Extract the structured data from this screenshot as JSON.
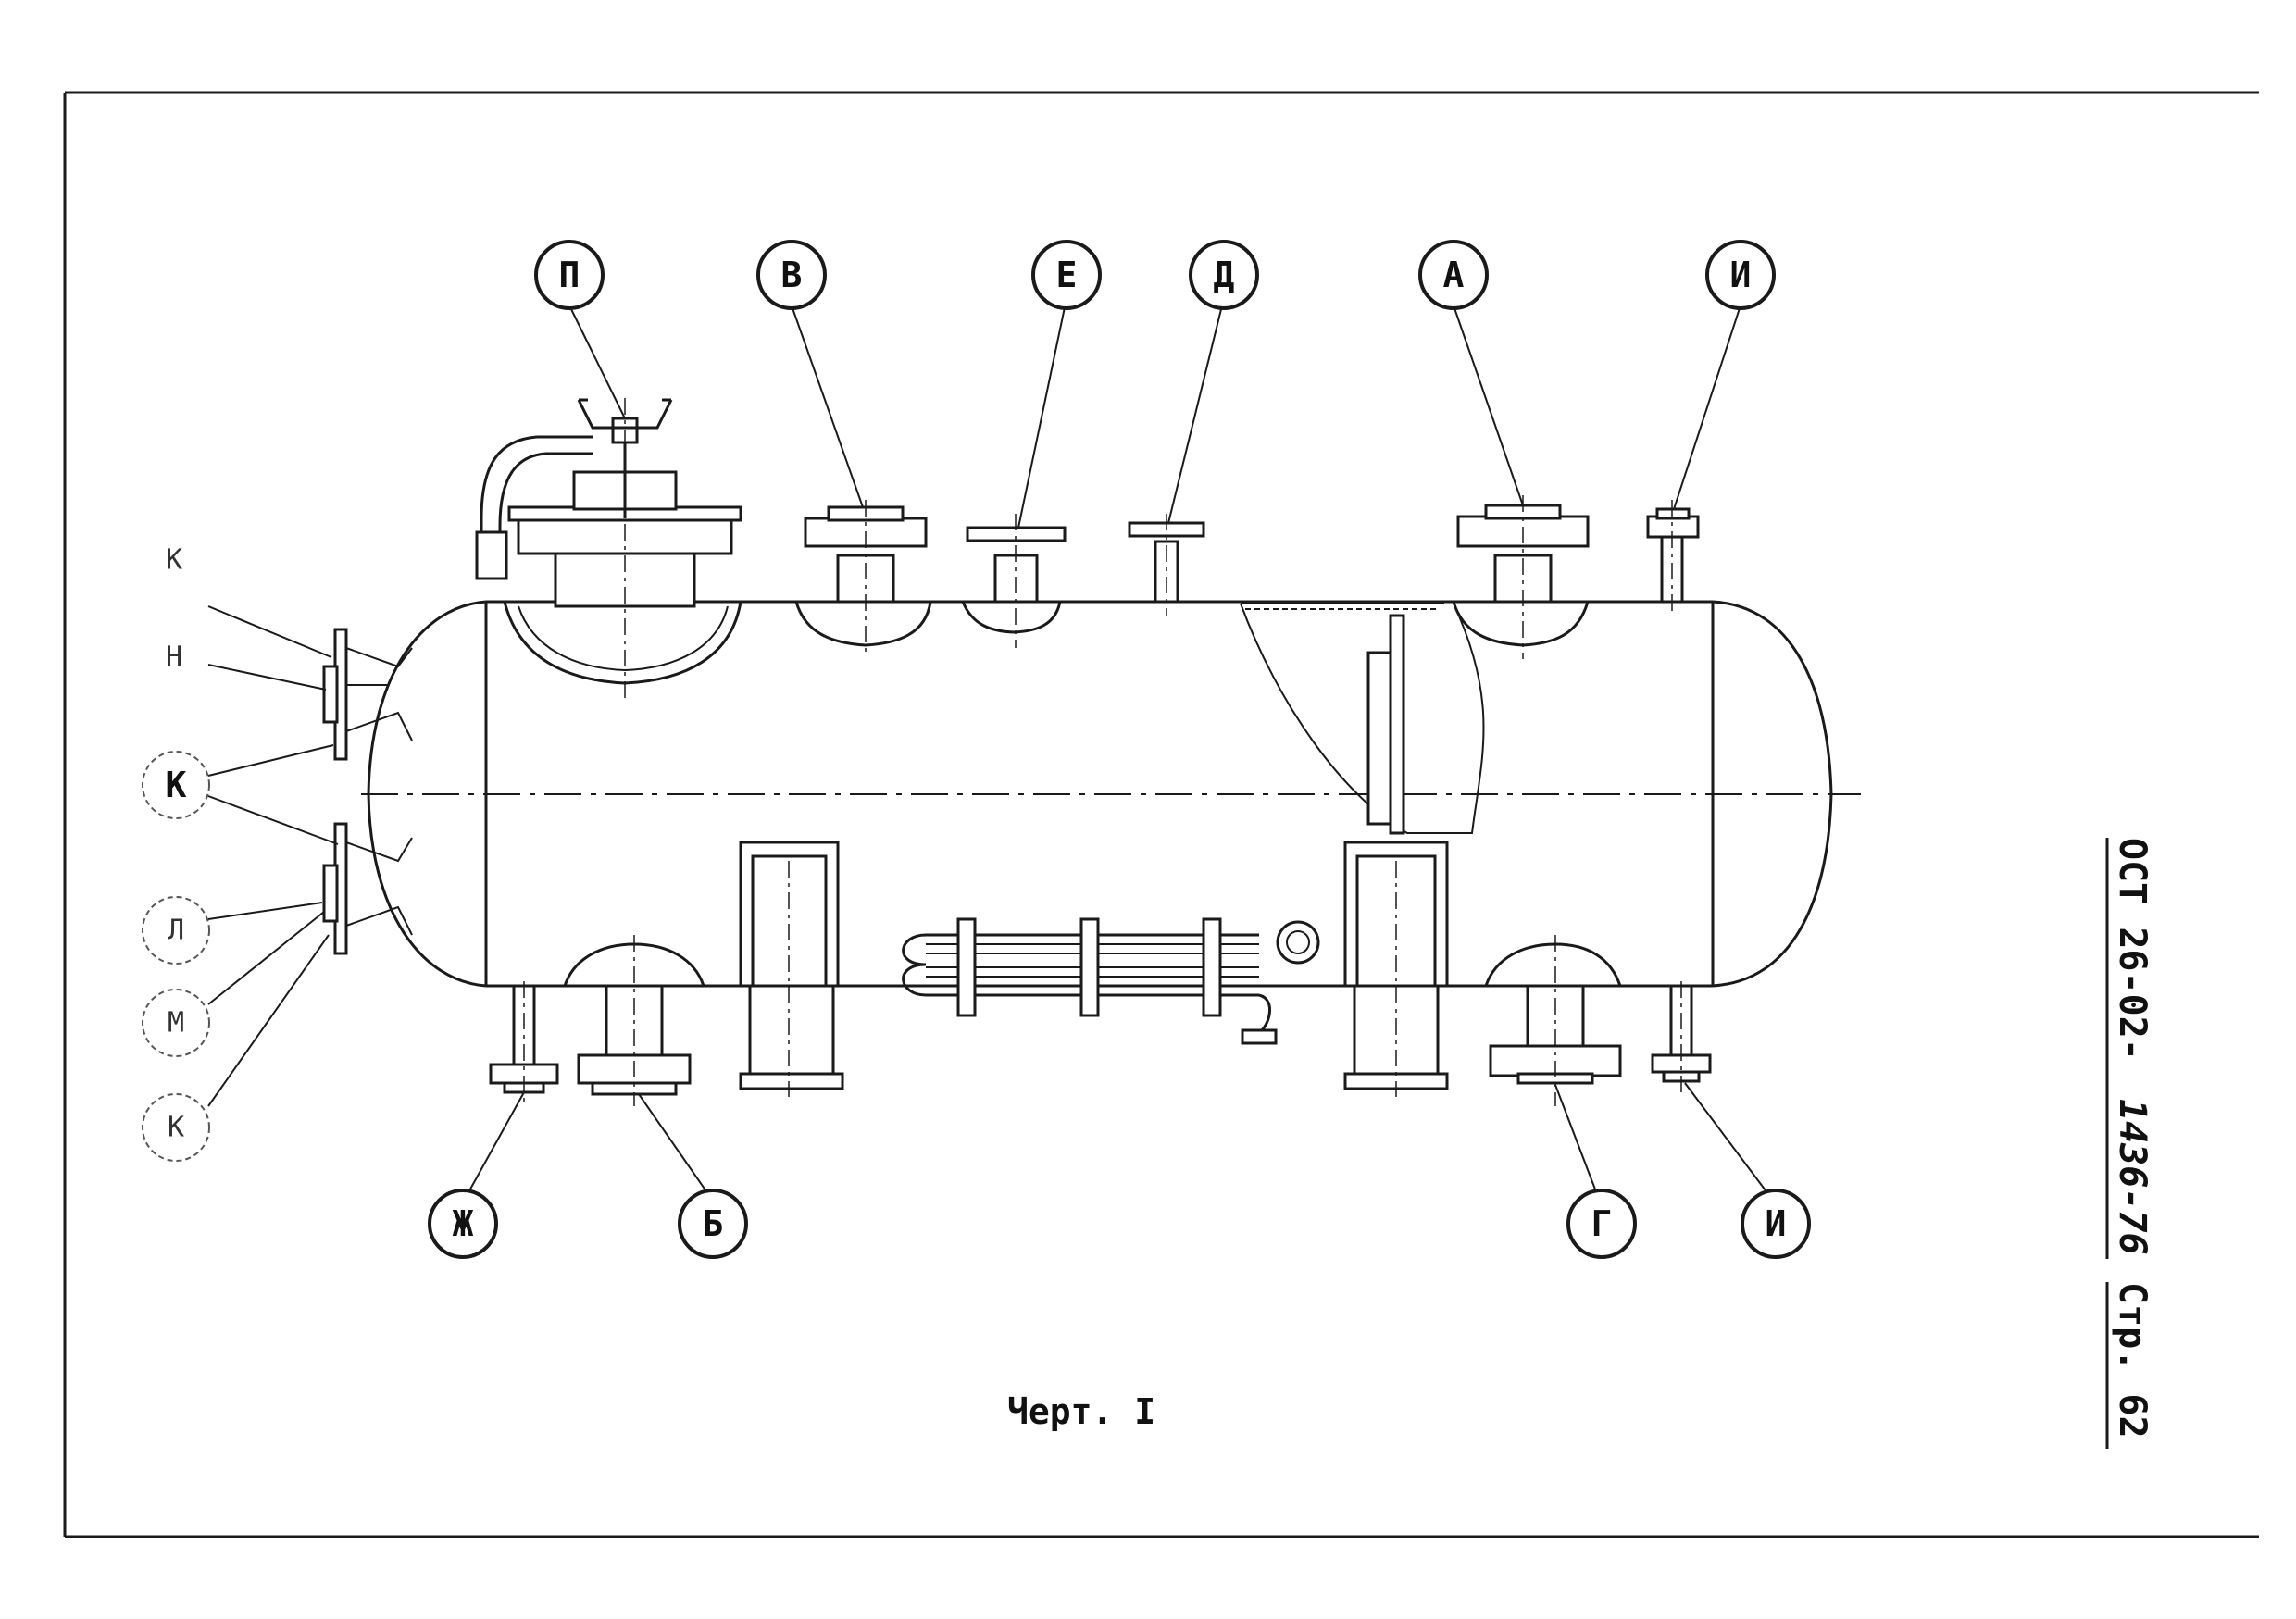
{
  "drawing": {
    "caption": "Черт. I",
    "side_stamp": {
      "doc_prefix": "ОСТ 26-02-",
      "doc_handwritten": "1436-76",
      "page_label": "Стр. 62"
    }
  },
  "callouts": {
    "top": [
      "П",
      "В",
      "Е",
      "Д",
      "А",
      "И"
    ],
    "bottom": [
      "Ж",
      "Б",
      "Г",
      "И"
    ],
    "left": [
      "К",
      "Н",
      "К",
      "Л",
      "М",
      "К"
    ]
  }
}
